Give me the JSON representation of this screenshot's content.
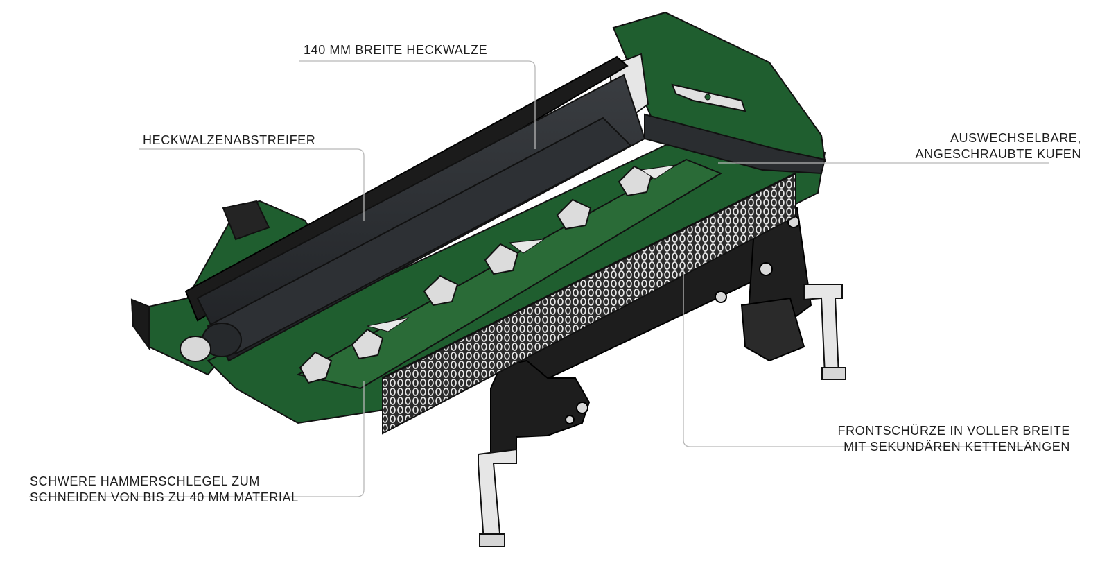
{
  "callouts": {
    "rear_roller": {
      "line1": "140 MM BREITE HECKWALZE"
    },
    "roller_scraper": {
      "line1": "HECKWALZENABSTREIFER"
    },
    "skids": {
      "line1": "AUSWECHSELBARE,",
      "line2": "ANGESCHRAUBTE KUFEN"
    },
    "front_apron": {
      "line1": "FRONTSCHÜRZE IN VOLLER BREITE",
      "line2": "MIT SEKUNDÄREN KETTENLÄNGEN"
    },
    "hammer_flails": {
      "line1": "SCHWERE HAMMERSCHLEGEL ZUM",
      "line2": "SCHNEIDEN VON BIS ZU 40 MM MATERIAL"
    }
  },
  "colors": {
    "housing_green": "#1f5e2f",
    "housing_dark": "#2a2d30",
    "frame_black": "#1b1b1b",
    "steel_light": "#d9d9d9",
    "leader_line": "#b8b8b8",
    "label_text": "#1e1e1e"
  }
}
